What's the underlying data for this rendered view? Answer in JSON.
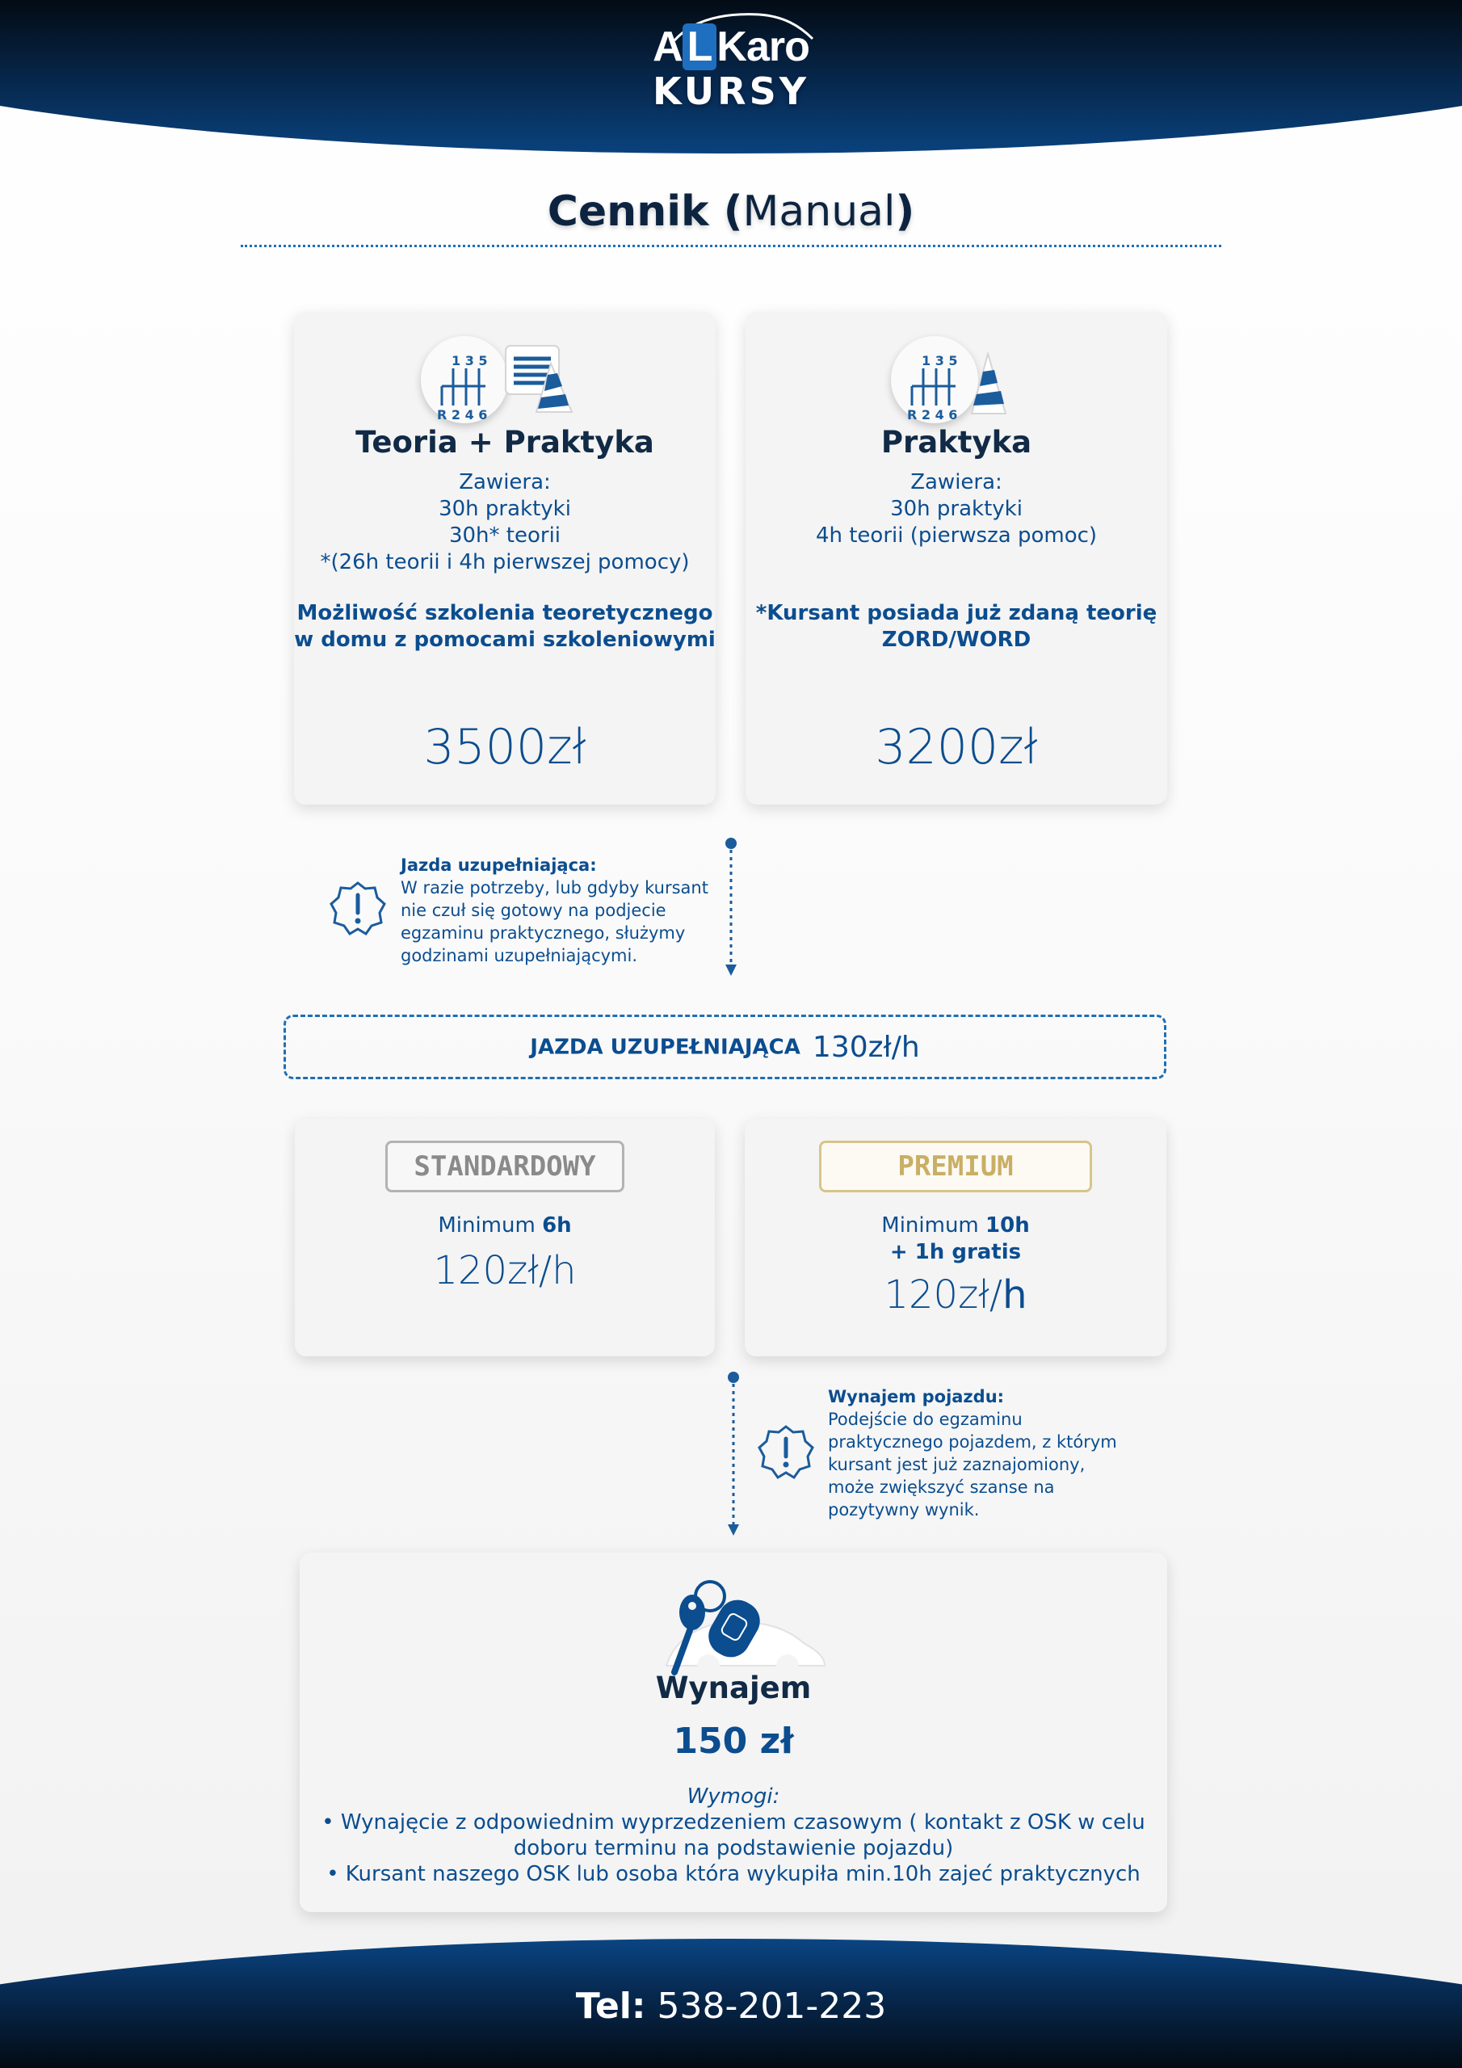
{
  "brand": {
    "logo_text_a": "A",
    "logo_text_l": "L",
    "logo_text_rest": "Karo",
    "subtitle": "KURSY"
  },
  "page": {
    "title_bold": "Cennik (",
    "title_light": "Manual",
    "title_close": ")"
  },
  "package_theory_practice": {
    "title": "Teoria + Praktyka",
    "includes_label": "Zawiera:",
    "lines": [
      "30h praktyki",
      "30h* teorii",
      "*(26h teorii i 4h pierwszej pomocy)"
    ],
    "note_lines": [
      "Możliwość szkolenia teoretycznego",
      "w domu z pomocami szkoleniowymi"
    ],
    "price": "3500zł"
  },
  "package_practice": {
    "title": "Praktyka",
    "includes_label": "Zawiera:",
    "lines": [
      "30h praktyki",
      "4h teorii (pierwsza pomoc)"
    ],
    "note_lines": [
      "*Kursant posiada już zdaną teorię",
      "ZORD/WORD"
    ],
    "price": "3200zł"
  },
  "gear_labels": {
    "top": "1 3 5",
    "bottom": "R 2 4 6"
  },
  "info_extra": {
    "heading": "Jazda uzupełniająca:",
    "lines": [
      "W razie potrzeby, lub gdyby kursant",
      "nie czuł się gotowy na podjecie",
      "egzaminu praktycznego, służymy",
      "godzinami uzupełniającymi."
    ]
  },
  "extra_driving": {
    "label": "JAZDA UZUPEŁNIAJĄCA",
    "price": "130zł/h"
  },
  "standard": {
    "badge": "STANDARDOWY",
    "min_prefix": "Minimum",
    "min_value": "6h",
    "price": "120zł/h"
  },
  "premium": {
    "badge": "PREMIUM",
    "min_prefix": "Minimum",
    "min_value": "10h",
    "bonus": "+ 1h gratis",
    "price_num": "120zł/",
    "price_unit": "h"
  },
  "info_rental": {
    "heading": "Wynajem pojazdu:",
    "lines": [
      "Podejście do egzaminu",
      "praktycznego pojazdem, z którym",
      "kursant jest już zaznajomiony,",
      "może zwiększyć szanse na",
      "pozytywny wynik."
    ]
  },
  "rental": {
    "title": "Wynajem",
    "price": "150 zł",
    "requirements_label": "Wymogi:",
    "req_1_line1": "•  Wynajęcie z odpowiednim wyprzedzeniem czasowym ( kontakt z OSK w celu",
    "req_1_line2": "doboru terminu na podstawienie pojazdu)",
    "req_2": "•  Kursant naszego OSK lub osoba która wykupiła min.10h zajeć praktycznych"
  },
  "footer": {
    "tel_label": "Tel:",
    "tel_number": "538-201-223"
  },
  "colors": {
    "brand_blue": "#0b4d8f",
    "navy": "#072a52",
    "gold": "#c9ae64",
    "silver": "#8a8a8a"
  }
}
